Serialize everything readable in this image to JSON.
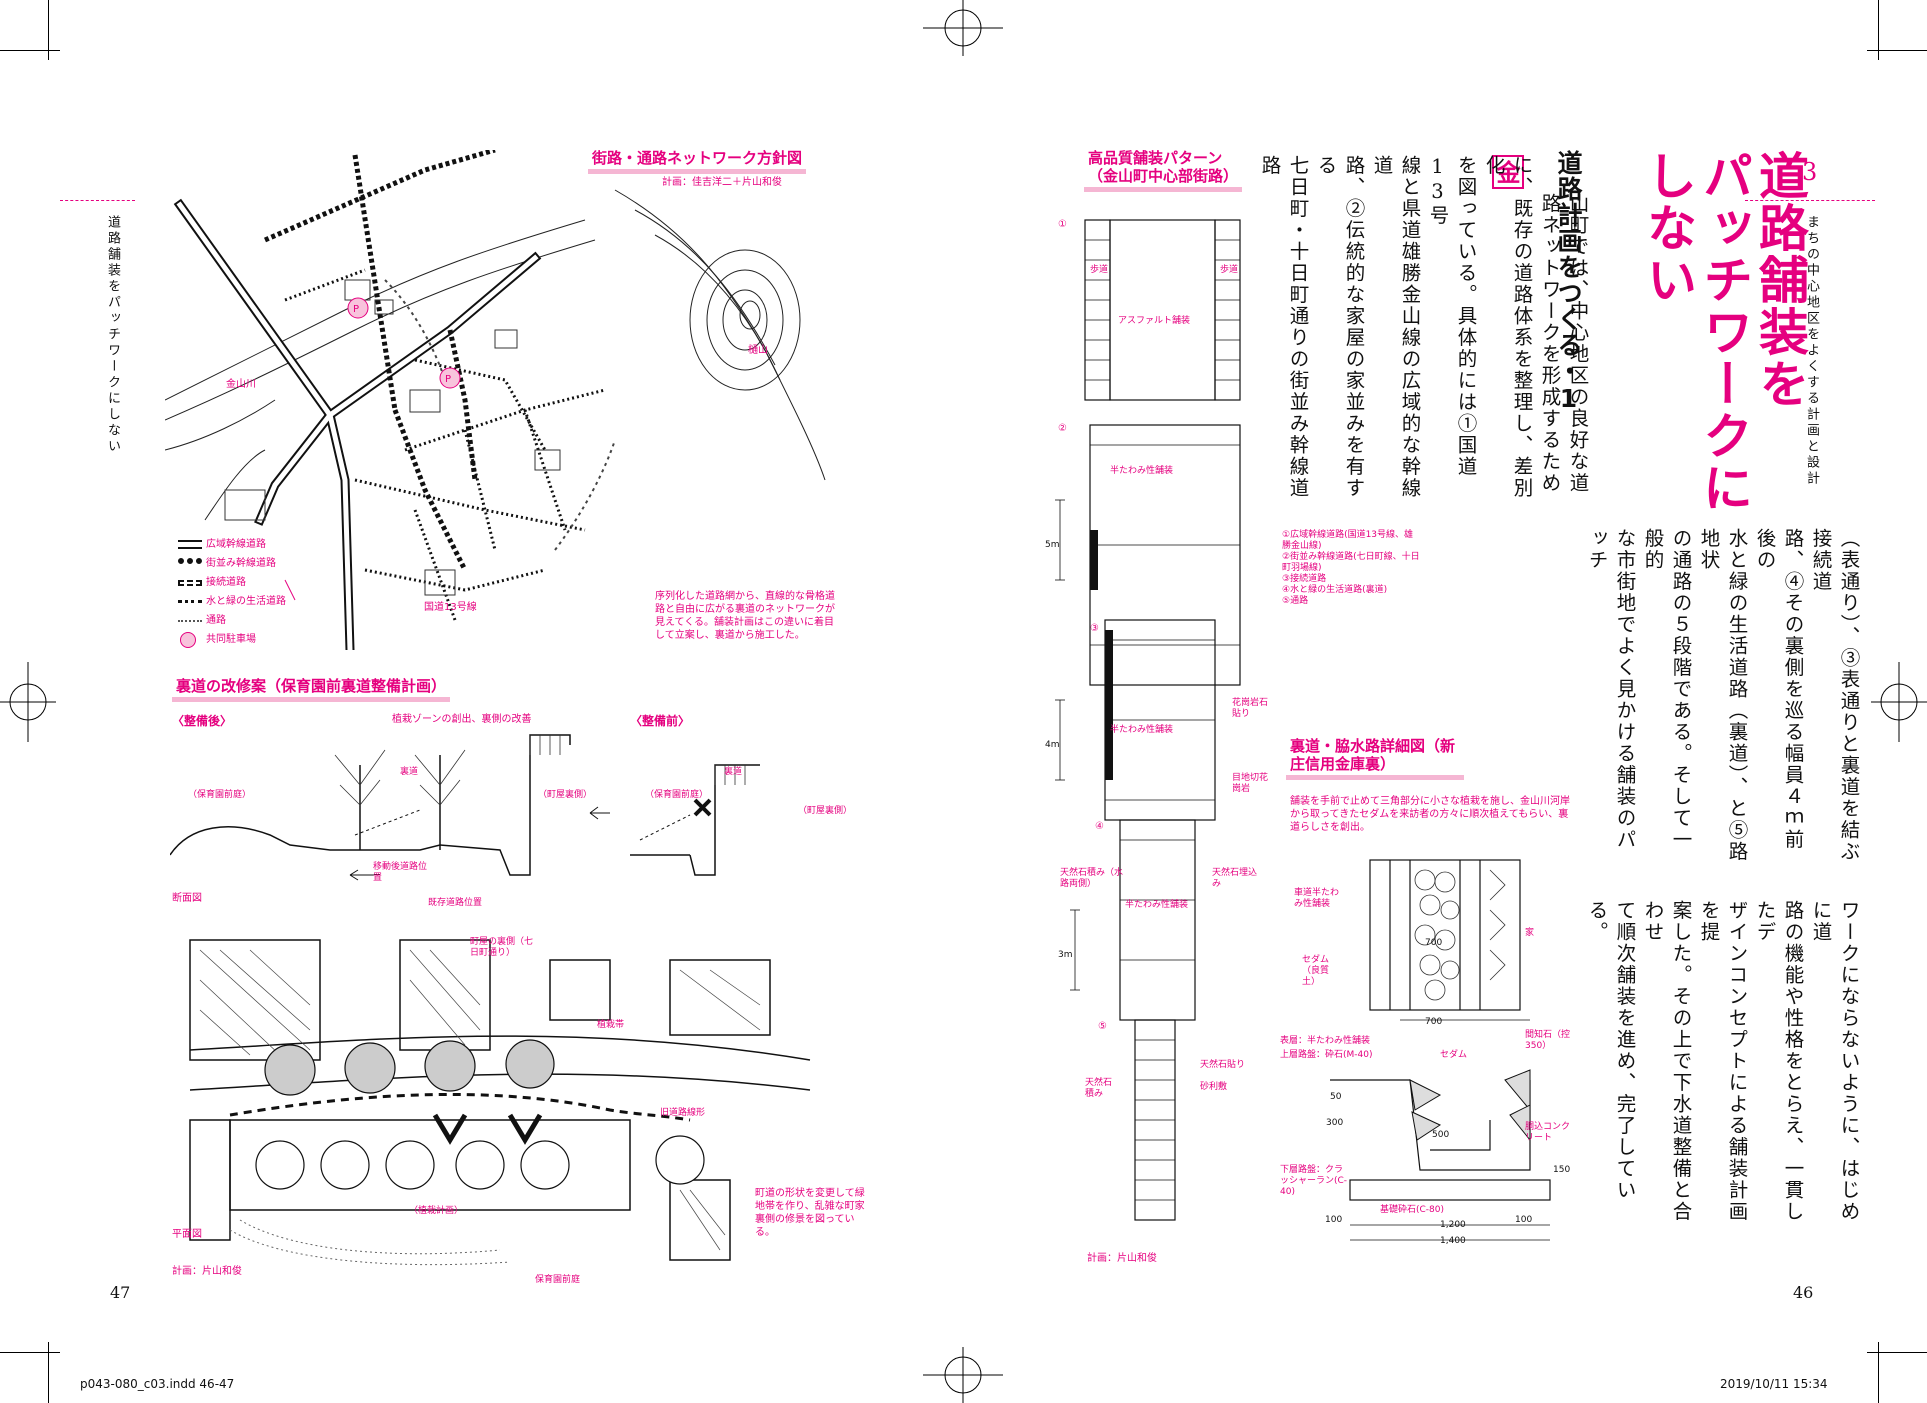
{
  "left_page": {
    "running_head": "道路舗装をパッチワークにしない",
    "page_number": "47",
    "network_map": {
      "title": "街路・通路ネットワーク方針図",
      "credit": "計画：佳吉洋二＋片山和俊",
      "labels": {
        "river": "金山川",
        "mountain": "樋山",
        "route13": "国道13号線"
      },
      "legend": [
        {
          "label": "広域幹線道路"
        },
        {
          "label": "街並み幹線道路"
        },
        {
          "label": "接続道路"
        },
        {
          "label": "水と緑の生活道路"
        },
        {
          "label": "通路"
        },
        {
          "label": "共同駐車場"
        }
      ],
      "caption": "序列化した道路網から、直線的な骨格道路と自由に広がる裏道のネットワークが見えてくる。舗装計画はこの違いに着目して立案し、裏道から施工した。"
    },
    "back_street": {
      "title": "裏道の改修案（保育園前裏道整備計画）",
      "after_label": "〈整備後〉",
      "before_label": "〈整備前〉",
      "planting_note": "植栽ゾーンの創出、裏側の改善",
      "labels": {
        "nursery_garden": "（保育園前庭）",
        "back_road": "裏道",
        "machiya_back": "（町屋裏側）",
        "moved_road": "移動後道路位置",
        "existing_road": "既存道路位置",
        "section": "断面図"
      },
      "plan": {
        "machiya_rear": "町屋の裏側（七日町通り）",
        "planting": "植栽帯",
        "old_road": "旧道路線形",
        "planting_plan": "（植栽計画）",
        "nursery_garden": "保育園前庭",
        "plan_label": "平面図",
        "note": "町道の形状を変更して緑地帯を作り、乱雑な町家裏側の修景を図っている。",
        "credit": "計画：片山和俊"
      }
    }
  },
  "right_page": {
    "chapter_number": "3",
    "running_head": "まちの中心地区をよくする計画と設計",
    "page_number": "46",
    "title_lines": [
      "道路舗装を",
      "パッチワークに",
      "しない"
    ],
    "subtitle": "道路計画をつくる・1",
    "dropcap": "金",
    "body_columns": [
      "山町では、中心地区の良好な道",
      "路ネットワークを形成するため",
      "に、既存の道路体系を整理し、差別化",
      "を図っている。具体的には①国道13号",
      "線と県道雄勝金山線の広域的な幹線道",
      "路、②伝統的な家屋の家並みを有する",
      "七日町・十日町通りの街並み幹線道路",
      "（表通り）、③表通りと裏道を結ぶ接続道",
      "路、④その裏側を巡る幅員４ｍ前後の",
      "水と緑の生活道路（裏道）、と⑤路地状",
      "の通路の５段階である。そして一般的",
      "な市街地でよく見かける舗装のパッチ",
      "ワークにならないように、はじめに道",
      "路の機能や性格をとらえ、一貫したデ",
      "ザインコンセプトによる舗装計画を提",
      "案した。その上で下水道整備と合わせ",
      "て順次舗装を進め、完了している。"
    ],
    "pavement": {
      "title": "高品質舗装パターン（金山町中心部街路）",
      "markers": [
        "①",
        "②",
        "③",
        "④",
        "⑤"
      ],
      "labels": {
        "sidewalk_l": "歩道",
        "sidewalk_r": "歩道",
        "asphalt": "アスファルト舗装",
        "semiflex2": "半たわみ性舗装",
        "semiflex3": "半たわみ性舗装",
        "granite": "花崗岩石貼り",
        "granite_cut": "目地切花崗岩",
        "stone_wall4": "天然石積み（水路両側）",
        "stone_bury": "天然石埋込み",
        "semiflex4": "半たわみ性舗装",
        "stone5": "天然石積み",
        "stone_tile5": "天然石貼り",
        "gravel5": "砂利敷",
        "dim_5m": "5m",
        "dim_4m": "4m",
        "dim_3m": "3m"
      },
      "legend": [
        "①広域幹線道路(国道13号線、雄勝金山線)",
        "②街並み幹線道路(七日町線、十日町羽場線)",
        "③接続道路",
        "④水と緑の生活道路(裏道)",
        "⑤通路"
      ],
      "credit": "計画：片山和俊"
    },
    "drain": {
      "title": "裏道・脇水路詳細図（新庄信用金庫裏）",
      "caption": "舗装を手前で止めて三角部分に小さな植栽を施し、金山川河岸から取ってきたセダムを来訪者の方々に順次植えてもらい、裏道らしさを創出。",
      "labels": {
        "road": "車道半たわみ性舗装",
        "sedum": "セダム（良質土）",
        "house": "家",
        "dim700": "700",
        "top_layer": "表層：半たわみ性舗装",
        "upper_base": "上層路盤：砕石(M-40)",
        "sedum2": "セダム",
        "kenchi": "間知石（控350）",
        "concrete": "胴込コンクリート",
        "lower_base": "下層路盤：クラッシャーラン(C-40)",
        "base_stone": "基礎砕石(C-80)",
        "d700": "700",
        "d1200": "1,200",
        "d1400": "1,400",
        "d100a": "100",
        "d100b": "100",
        "d500": "500",
        "d300": "300",
        "d50": "50",
        "d150": "150"
      }
    }
  },
  "slug": {
    "file": "p043-080_c03.indd   46-47",
    "timestamp": "2019/10/11   15:34"
  },
  "colors": {
    "accent": "#e5007f",
    "accent_light": "#f5b6d3"
  }
}
